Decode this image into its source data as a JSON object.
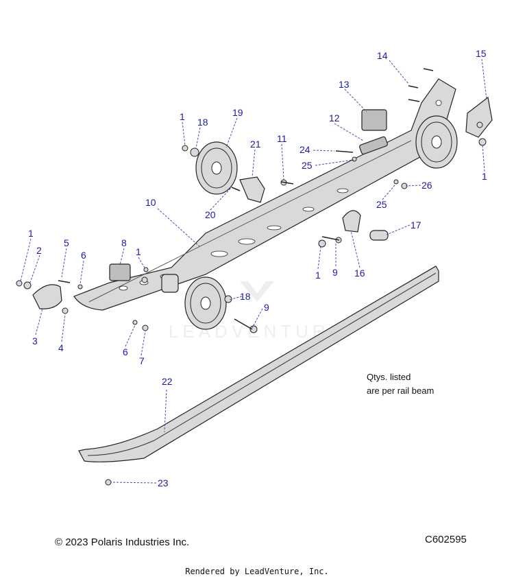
{
  "callouts": [
    "1",
    "2",
    "3",
    "4",
    "5",
    "6",
    "7",
    "8",
    "9",
    "10",
    "11",
    "12",
    "13",
    "14",
    "15",
    "16",
    "17",
    "18",
    "19",
    "20",
    "21",
    "22",
    "23",
    "24",
    "25",
    "26"
  ],
  "note": {
    "line1": "Qtys. listed",
    "line2": "are per rail beam"
  },
  "watermark": "LEADVENTURE",
  "footer": {
    "copyright": "© 2023 Polaris Industries Inc.",
    "code": "C602595",
    "rendered_by": "Rendered by LeadVenture, Inc."
  },
  "colors": {
    "callout": "#1a1aa8",
    "leader": "#4a4ab8",
    "part_fill": "#d9d9d9",
    "watermark": "#e6e6e6"
  }
}
